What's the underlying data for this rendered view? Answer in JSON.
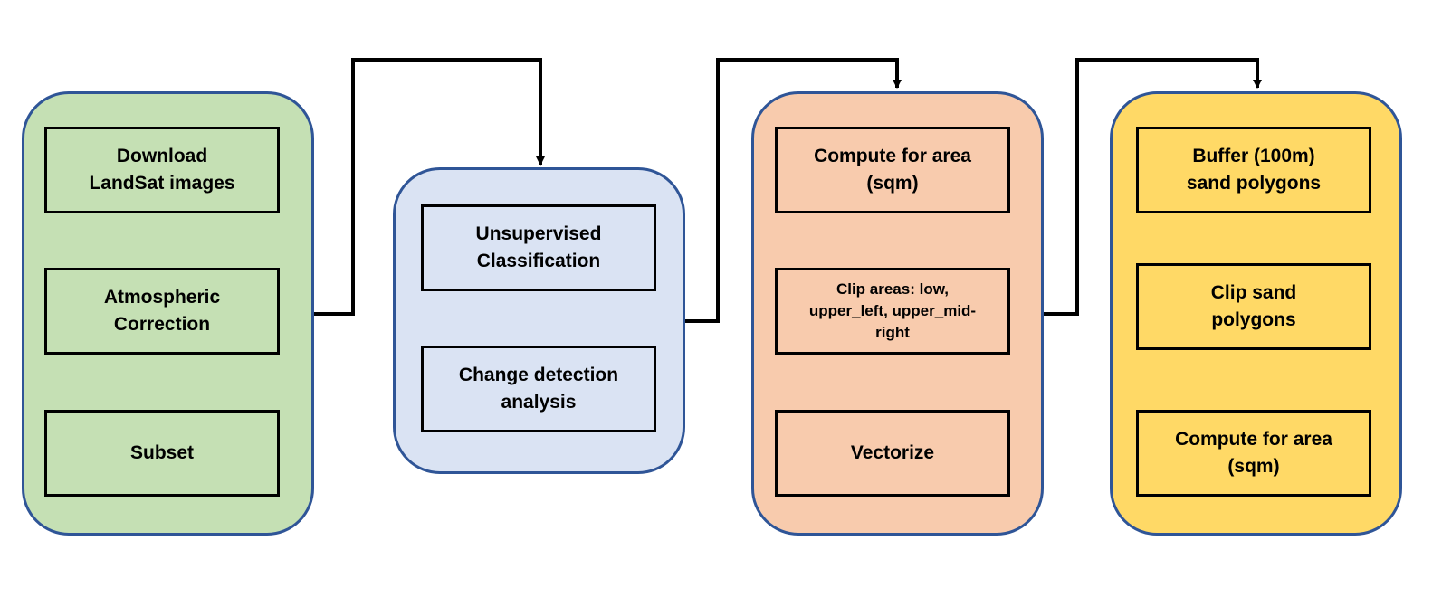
{
  "panels": [
    {
      "fill": "#c5e0b4",
      "steps": [
        {
          "label": "Download\nLandSat images"
        },
        {
          "label": "Atmospheric\nCorrection"
        },
        {
          "label": "Subset"
        }
      ]
    },
    {
      "fill": "#dae3f3",
      "steps": [
        {
          "label": "Unsupervised\nClassification"
        },
        {
          "label": "Change detection\nanalysis"
        }
      ]
    },
    {
      "fill": "#f8cbad",
      "steps": [
        {
          "label": "Compute for area\n(sqm)"
        },
        {
          "label": "Clip areas: low,\nupper_left, upper_mid-\nright"
        },
        {
          "label": "Vectorize"
        }
      ]
    },
    {
      "fill": "#ffd966",
      "steps": [
        {
          "label": "Buffer (100m)\nsand polygons"
        },
        {
          "label": "Clip sand\npolygons"
        },
        {
          "label": "Compute for area\n(sqm)"
        }
      ]
    }
  ],
  "colors": {
    "panel_border": "#2f5597",
    "step_border": "#000000",
    "connector": "#000000"
  }
}
